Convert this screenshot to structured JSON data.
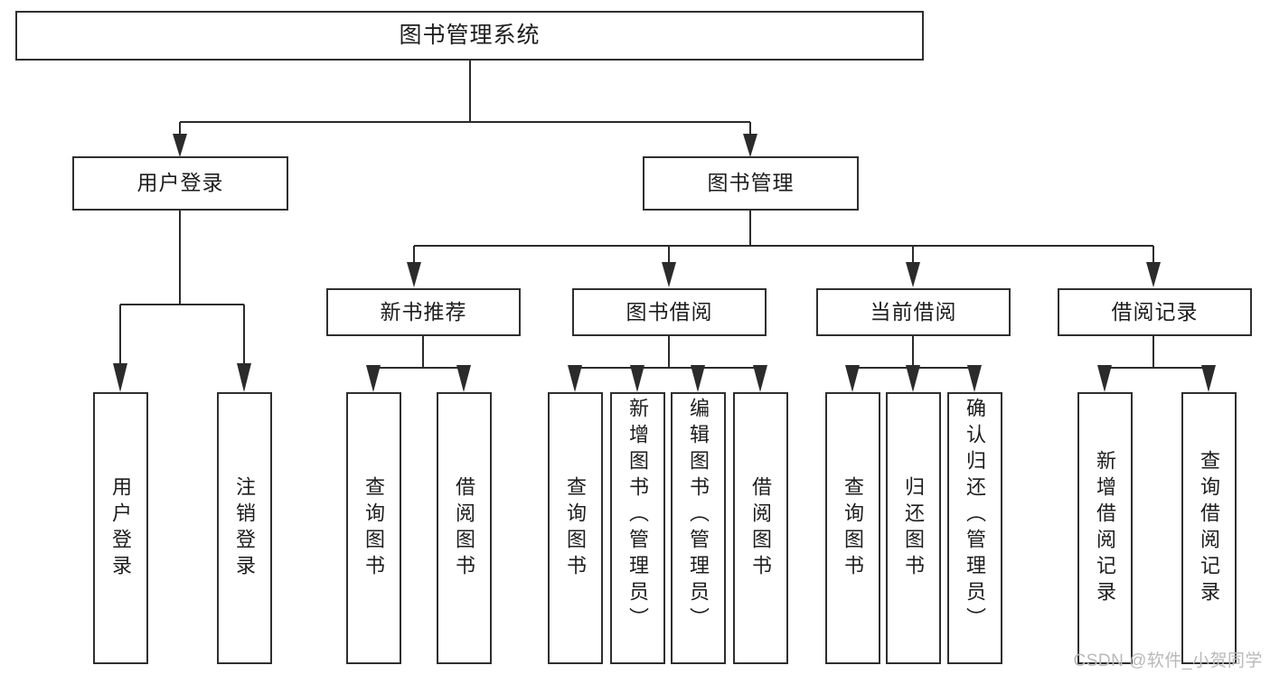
{
  "diagram": {
    "kind": "function-structure-tree",
    "root": {
      "label": "图书管理系统"
    },
    "level1": [
      {
        "id": "user-login",
        "label": "用户登录"
      },
      {
        "id": "book-manage",
        "label": "图书管理"
      }
    ],
    "level2": [
      {
        "id": "new-book-recommend",
        "label": "新书推荐"
      },
      {
        "id": "book-borrow",
        "label": "图书借阅"
      },
      {
        "id": "current-borrow",
        "label": "当前借阅"
      },
      {
        "id": "borrow-record",
        "label": "借阅记录"
      }
    ],
    "leaves": [
      {
        "id": "leaf-user-login",
        "label": "用户登录",
        "parent": "user-login"
      },
      {
        "id": "leaf-user-logout",
        "label": "注销登录",
        "parent": "user-login"
      },
      {
        "id": "leaf-query-book-1",
        "label": "查询图书",
        "parent": "new-book-recommend"
      },
      {
        "id": "leaf-borrow-book-1",
        "label": "借阅图书",
        "parent": "new-book-recommend"
      },
      {
        "id": "leaf-query-book-2",
        "label": "查询图书",
        "parent": "book-borrow"
      },
      {
        "id": "leaf-add-book",
        "label": "新增图书（管理员）",
        "parent": "book-borrow"
      },
      {
        "id": "leaf-edit-book",
        "label": "编辑图书（管理员）",
        "parent": "book-borrow"
      },
      {
        "id": "leaf-borrow-book-2",
        "label": "借阅图书",
        "parent": "book-borrow"
      },
      {
        "id": "leaf-query-book-3",
        "label": "查询图书",
        "parent": "current-borrow"
      },
      {
        "id": "leaf-return-book",
        "label": "归还图书",
        "parent": "current-borrow"
      },
      {
        "id": "leaf-confirm-return",
        "label": "确认归还（管理员）",
        "parent": "current-borrow"
      },
      {
        "id": "leaf-add-record",
        "label": "新增借阅记录",
        "parent": "borrow-record"
      },
      {
        "id": "leaf-query-record",
        "label": "查询借阅记录",
        "parent": "borrow-record"
      }
    ]
  },
  "watermark": {
    "text": "CSDN @软件_小贺同学"
  },
  "colors": {
    "stroke": "#2f2f2f",
    "text": "#1d1d1d",
    "background": "#ffffff",
    "watermark": "#b9b9b9"
  }
}
